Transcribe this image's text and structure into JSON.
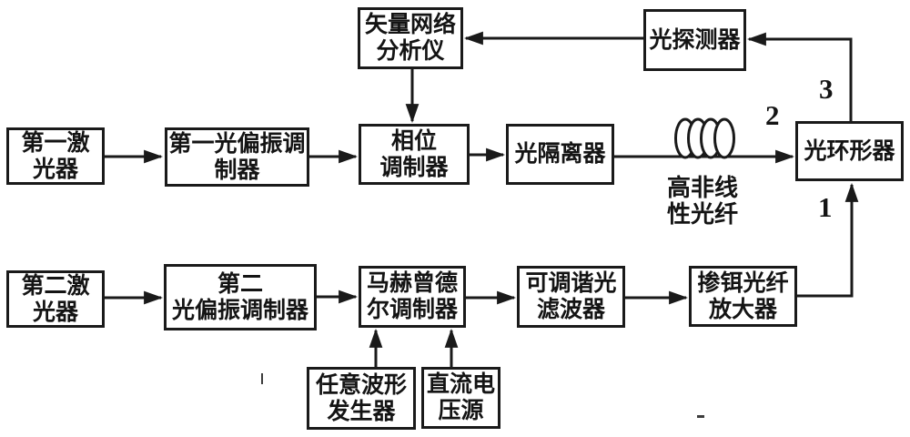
{
  "figure": {
    "background": "#ffffff",
    "line_color": "#1a1a1a",
    "nodes": {
      "laser1": {
        "label": "第一激\n光器"
      },
      "pol_mod1": {
        "label": "第一光偏振调\n制器"
      },
      "vna": {
        "label": "矢量网络\n分析仪"
      },
      "phase_mod": {
        "label": "相位\n调制器"
      },
      "isolator": {
        "label": "光隔离器"
      },
      "detector": {
        "label": "光探测器"
      },
      "circulator": {
        "label": "光环形器"
      },
      "laser2": {
        "label": "第二激\n光器"
      },
      "pol_mod2": {
        "label": "第二\n光偏振调制器"
      },
      "mzm": {
        "label": "马赫曾德\n尔调制器"
      },
      "filter": {
        "label": "可调谐光\n滤波器"
      },
      "edfa": {
        "label": "掺铒光纤\n放大器"
      },
      "awg": {
        "label": "任意波形\n发生器"
      },
      "dc_source": {
        "label": "直流电\n压源"
      }
    },
    "annotations": {
      "hnlf": "高非线\n性光纤",
      "port1": "1",
      "port2": "2",
      "port3": "3"
    }
  }
}
